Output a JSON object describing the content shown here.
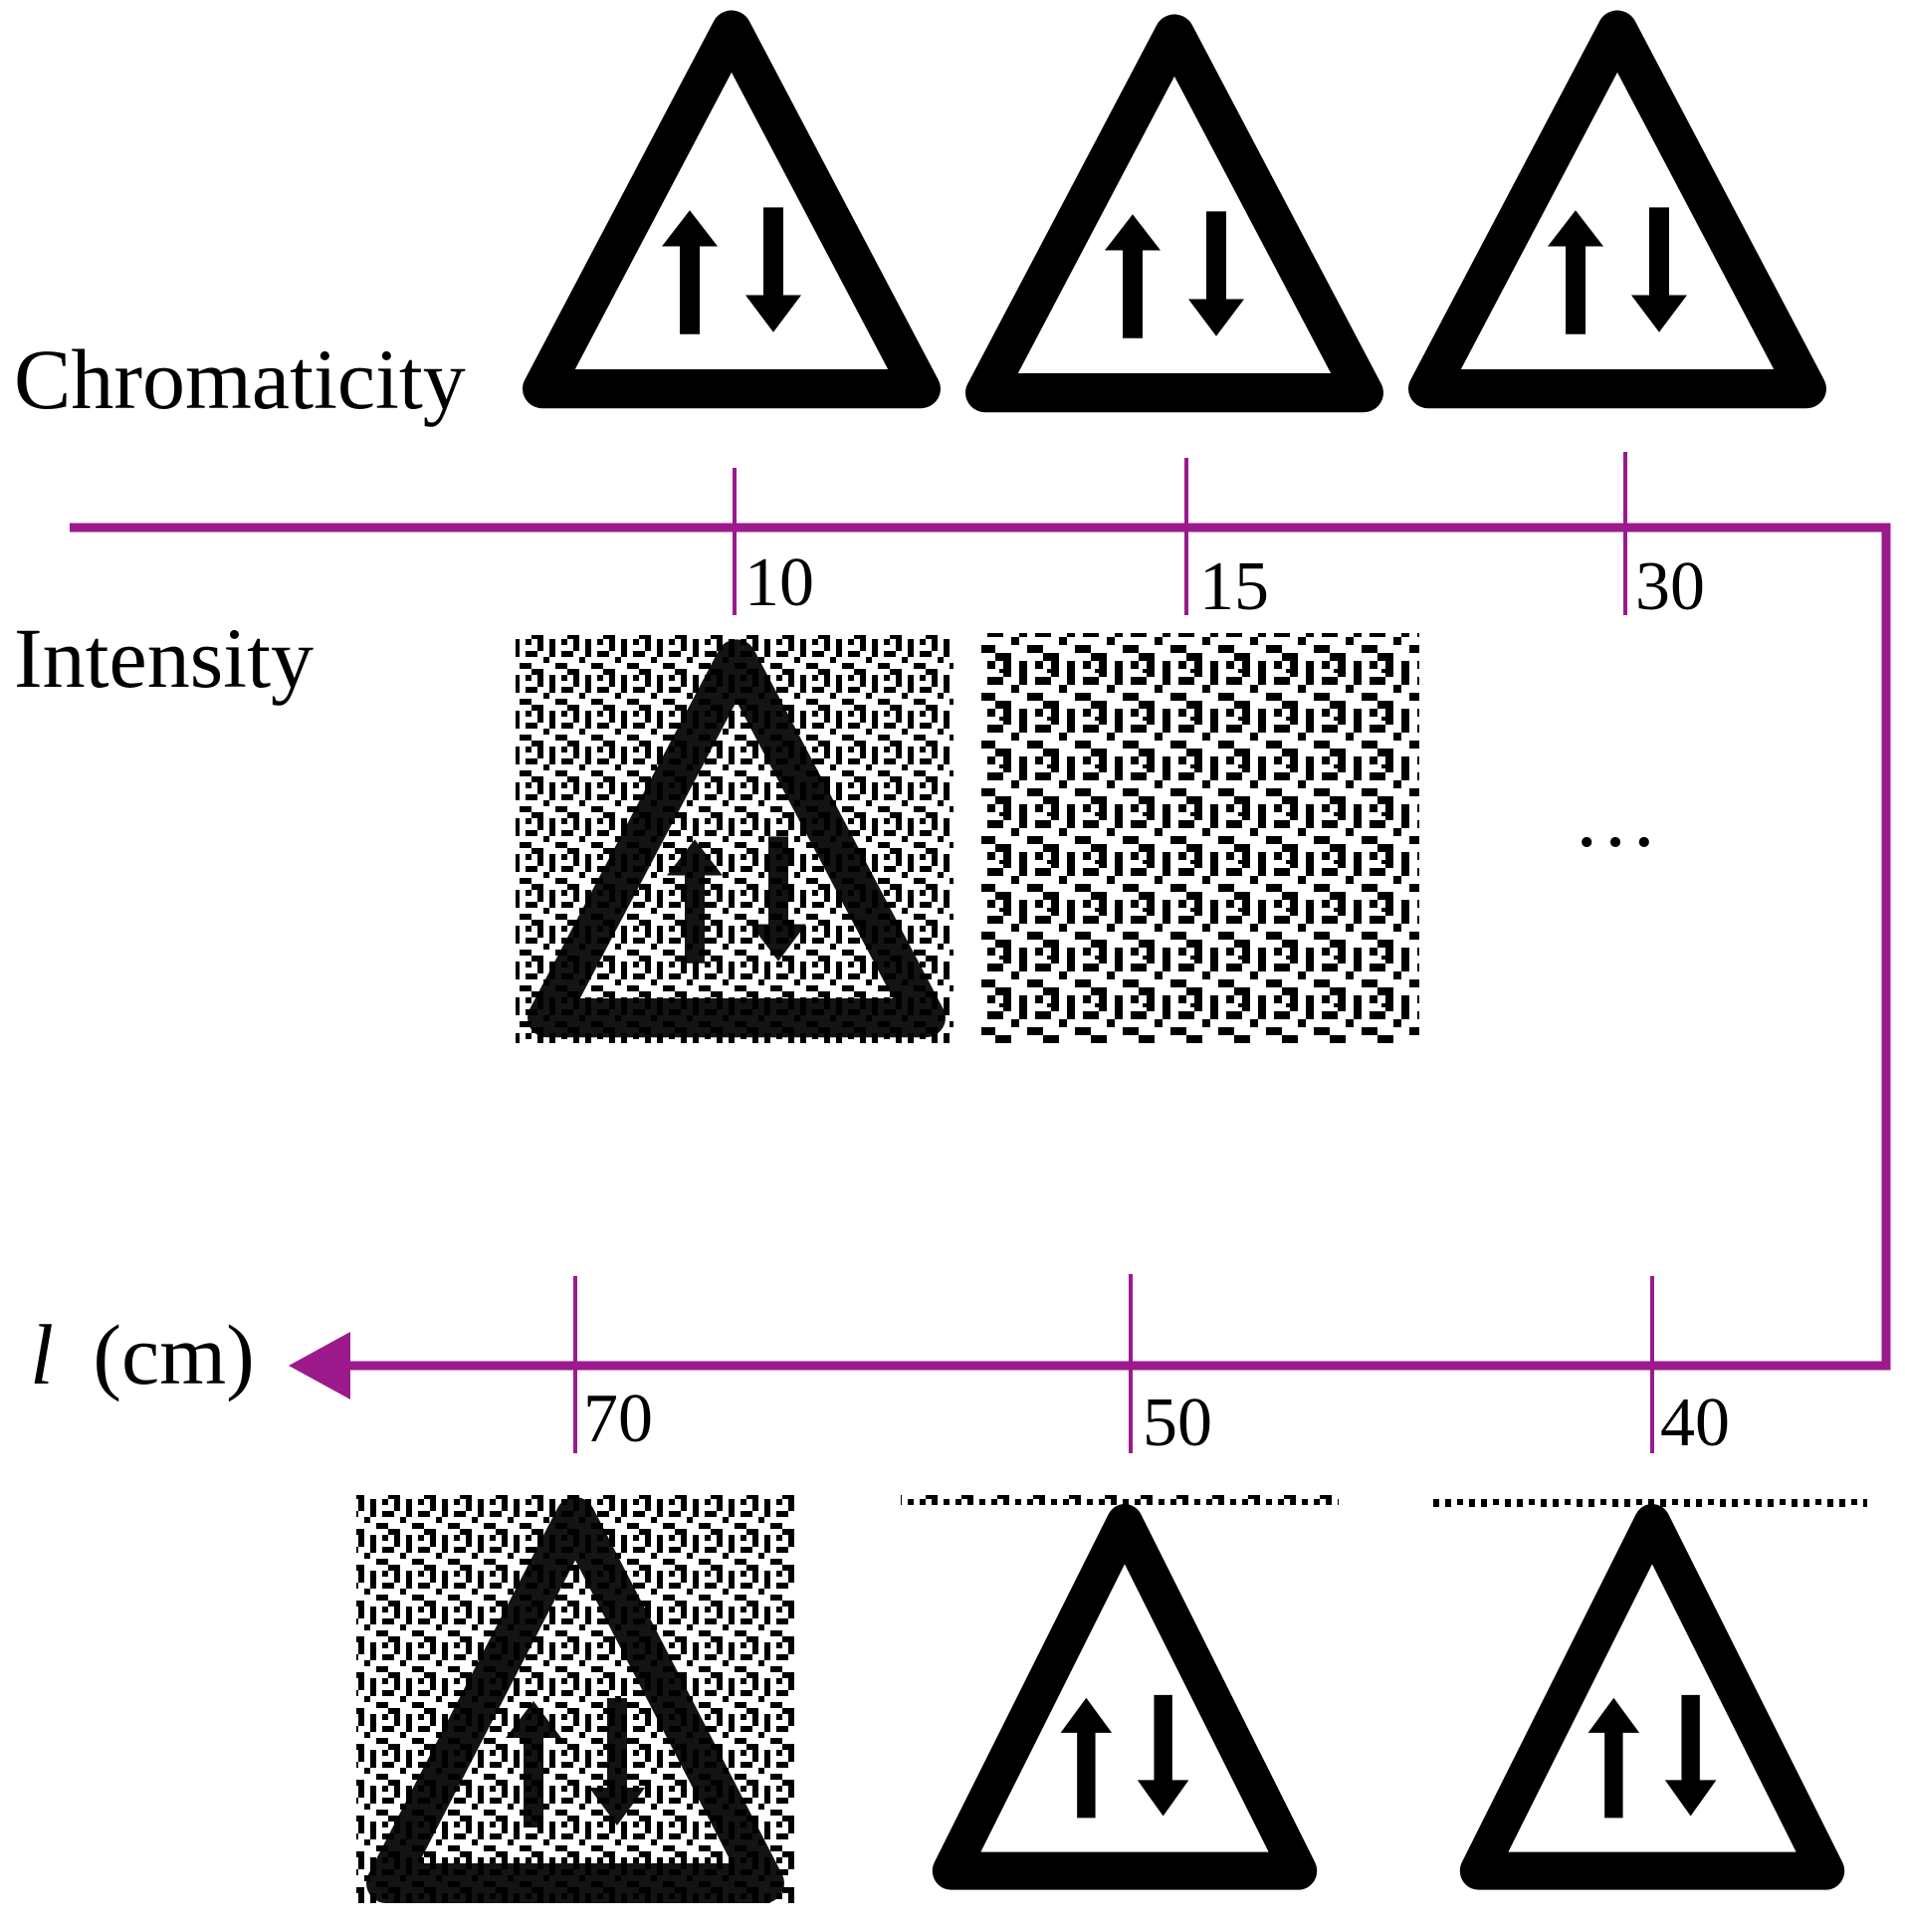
{
  "rows": {
    "chromaticity_label": "Chromaticity",
    "intensity_label": "Intensity"
  },
  "axis": {
    "variable": "l",
    "unit": "(cm)",
    "color": "#9c1a8c",
    "ticks": [
      "10",
      "15",
      "30",
      "40",
      "50",
      "70"
    ]
  },
  "ellipsis": "…",
  "colors": {
    "ink": "#000000",
    "background": "#ffffff"
  },
  "icons": {
    "sign": "two-way-traffic-warning-sign-icon",
    "noise": "noisy-sign-pattern"
  }
}
